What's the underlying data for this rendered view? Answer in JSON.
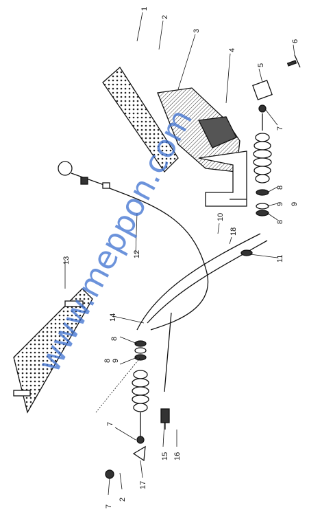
{
  "watermark": "www.meppon.com",
  "callouts": [
    {
      "id": "c1",
      "text": "1"
    },
    {
      "id": "c2",
      "text": "2"
    },
    {
      "id": "c3",
      "text": "3"
    },
    {
      "id": "c4",
      "text": "4"
    },
    {
      "id": "c5",
      "text": "5"
    },
    {
      "id": "c6",
      "text": "6"
    },
    {
      "id": "c7a",
      "text": "7"
    },
    {
      "id": "c8a",
      "text": "8"
    },
    {
      "id": "c9a",
      "text": "9"
    },
    {
      "id": "c8b",
      "text": "8"
    },
    {
      "id": "c9b",
      "text": "9"
    },
    {
      "id": "c10",
      "text": "10"
    },
    {
      "id": "c11",
      "text": "11"
    },
    {
      "id": "c12",
      "text": "12"
    },
    {
      "id": "c13",
      "text": "13"
    },
    {
      "id": "c14",
      "text": "14"
    },
    {
      "id": "c18",
      "text": "18"
    },
    {
      "id": "c8c",
      "text": "8"
    },
    {
      "id": "c8d",
      "text": "8"
    },
    {
      "id": "c9c",
      "text": "9"
    },
    {
      "id": "c7b",
      "text": "7"
    },
    {
      "id": "c15",
      "text": "15"
    },
    {
      "id": "c16",
      "text": "16"
    },
    {
      "id": "c17",
      "text": "17"
    },
    {
      "id": "c2b",
      "text": "2"
    },
    {
      "id": "c7c",
      "text": "7"
    }
  ]
}
